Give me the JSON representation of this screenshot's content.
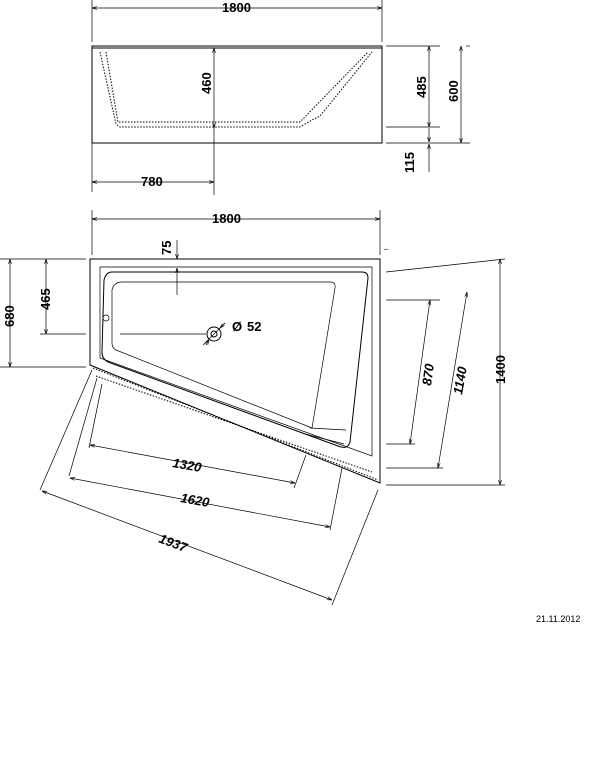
{
  "dimensions": {
    "top_width": "1800",
    "inner_depth": "460",
    "side_height_inner": "485",
    "side_height_total": "600",
    "base_height": "115",
    "drain_offset": "780",
    "plan_width": "1800",
    "rim_offset": "75",
    "drain_diameter": "52",
    "plan_left_depth": "680",
    "plan_drain_depth": "465",
    "plan_right_inner": "870",
    "plan_right_mid": "1140",
    "plan_right_total": "1400",
    "diag_1320": "1320",
    "diag_1620": "1620",
    "diag_1937": "1937"
  },
  "diameter_symbol": "Ø",
  "date": "21.11.2012"
}
